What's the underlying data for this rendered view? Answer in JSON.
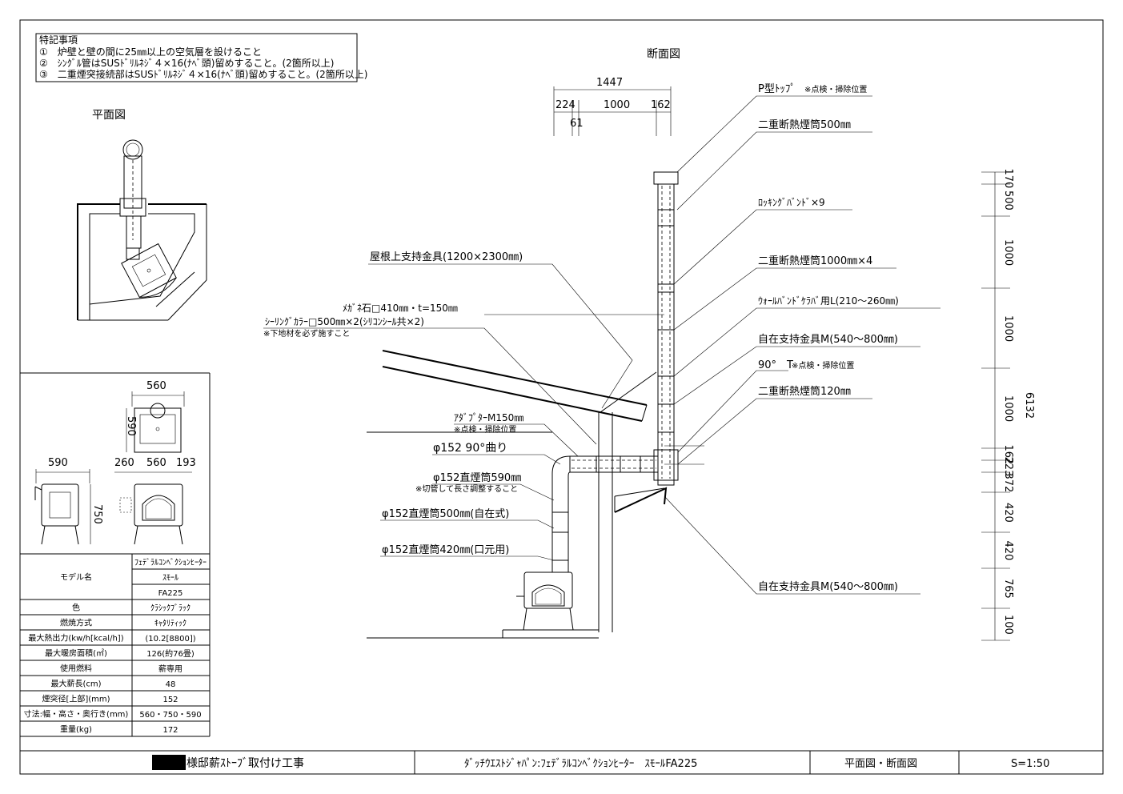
{
  "notes": {
    "heading": "特記事項",
    "items": [
      "①　炉壁と壁の間に25㎜以上の空気層を設けること",
      "②　ｼﾝｸﾞﾙ管はSUSﾄﾞﾘﾙﾈｼﾞ４×16(ﾅﾍﾞ頭)留めすること。(2箇所以上)",
      "③　二重煙突接続部はSUSﾄﾞﾘﾙﾈｼﾞ４×16(ﾅﾍﾞ頭)留めすること。(2箇所以上)"
    ]
  },
  "plan": {
    "title": "平面図"
  },
  "section": {
    "title": "断面図",
    "top_dims": {
      "total": "1447",
      "d1": "224",
      "d2": "1000",
      "d3": "162",
      "d4": "61"
    },
    "right_labels": [
      {
        "main": "P型ﾄｯﾌﾟ",
        "sub": "※点検・掃除位置"
      },
      {
        "main": "二重断熱煙筒500㎜",
        "sub": ""
      },
      {
        "main": "ﾛｯｷﾝｸﾞﾊﾞﾝﾄﾞ×9",
        "sub": ""
      },
      {
        "main": "二重断熱煙筒1000㎜×4",
        "sub": ""
      },
      {
        "main": "ｳｫｰﾙﾊﾞﾝﾄﾞｹﾗﾊﾞ用L(210～260㎜)",
        "sub": ""
      },
      {
        "main": "自在支持金具M(540～800㎜)",
        "sub": ""
      },
      {
        "main": "90°　T",
        "sub": "※点検・掃除位置"
      },
      {
        "main": "二重断熱煙筒120㎜",
        "sub": ""
      },
      {
        "main": "自在支持金具M(540～800㎜)",
        "sub": ""
      }
    ],
    "left_labels": {
      "roof_support": "屋根上支持金具(1200×2300㎜)",
      "megane": "ﾒｶﾞﾈ石□410㎜・t=150㎜",
      "sealing": "ｼｰﾘﾝｸﾞｶﾗｰ□500㎜×2(ｼﾘｺﾝｼｰﾙ共×2)",
      "sealing_note": "※下地材を必ず施すこと",
      "adapter": "ｱﾀﾞﾌﾟﾀｰM150㎜",
      "adapter_note": "※点検・掃除位置",
      "elbow": "φ152 90°曲り",
      "pipe590": "φ152直煙筒590㎜",
      "pipe590_note": "※切管して長さ調整すること",
      "pipe500": "φ152直煙筒500㎜(自在式)",
      "pipe420": "φ152直煙筒420㎜(口元用)"
    },
    "vertical_dims": [
      "170",
      "500",
      "1000",
      "1000",
      "1000",
      "162",
      "223",
      "372",
      "420",
      "420",
      "765",
      "100"
    ],
    "total_height": "6132"
  },
  "stove": {
    "dims": {
      "top_w": "560",
      "top_d": "590",
      "side_d": "590",
      "front_a": "260",
      "front_b": "560",
      "front_c": "193",
      "height": "750"
    }
  },
  "spec_table": {
    "rows": [
      {
        "label": "モデル名",
        "values": [
          "ﾌｪﾃﾞﾗﾙｺﾝﾍﾞｸｼｮﾝﾋｰﾀｰ",
          "ｽﾓｰﾙ",
          "FA225"
        ]
      },
      {
        "label": "色",
        "values": [
          "ｸﾗｼｯｸﾌﾞﾗｯｸ"
        ]
      },
      {
        "label": "燃焼方式",
        "values": [
          "ｷｬﾀﾘﾃｨｯｸ"
        ]
      },
      {
        "label": "最大熱出力(kw/h[kcal/h])",
        "values": [
          "(10.2[8800])"
        ]
      },
      {
        "label": "最大暖房面積(㎡)",
        "values": [
          "126(約76畳)"
        ]
      },
      {
        "label": "使用燃料",
        "values": [
          "薪専用"
        ]
      },
      {
        "label": "最大薪長(cm)",
        "values": [
          "48"
        ]
      },
      {
        "label": "煙突径[上部](mm)",
        "values": [
          "152"
        ]
      },
      {
        "label": "寸法:幅・高さ・奥行き(mm)",
        "values": [
          "560・750・590"
        ]
      },
      {
        "label": "重量(kg)",
        "values": [
          "172"
        ]
      }
    ]
  },
  "title_block": {
    "project": "様邸薪ｽﾄｰﾌﾞ取付け工事",
    "product": "ﾀﾞｯﾁｳｴｽﾄｼﾞｬﾊﾟﾝ:ﾌｪﾃﾞﾗﾙｺﾝﾍﾞｸｼｮﾝﾋｰﾀｰ　ｽﾓｰﾙFA225",
    "drawing": "平面図・断面図",
    "scale": "S=1:50"
  }
}
